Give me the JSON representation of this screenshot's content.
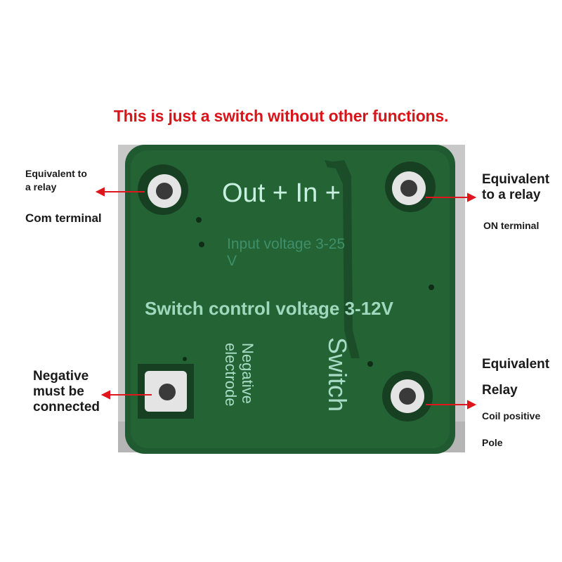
{
  "headline": "This is just a switch without other functions.",
  "left_top": {
    "line1": "Equivalent to",
    "line2": "a relay",
    "line3": "Com terminal"
  },
  "left_bottom": {
    "line1": "Negative",
    "line2": "must be",
    "line3": "connected"
  },
  "right_top": {
    "line1": "Equivalent",
    "line2": "to a relay",
    "line3": "ON terminal"
  },
  "right_bottom": {
    "line1": "Equivalent",
    "line2": "Relay",
    "line3": "Coil positive",
    "line4": "Pole"
  },
  "board": {
    "out_in": "Out + In +",
    "input_voltage_1": "Input voltage 3-25",
    "input_voltage_2": "V",
    "control_voltage": "Switch control voltage 3-12V",
    "negative_1": "Negative",
    "negative_2": "electrode",
    "switch": "Switch"
  },
  "colors": {
    "headline": "#d7151b",
    "arrow": "#e0161c",
    "pcb": "#1f5a30",
    "silkscreen": "#bfe9d6"
  }
}
